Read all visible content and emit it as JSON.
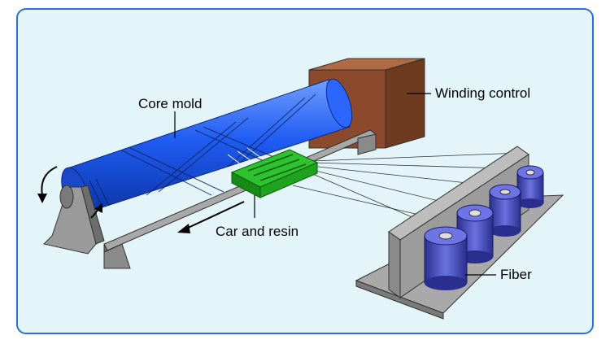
{
  "labels": {
    "core_mold": "Core mold",
    "winding_control": "Winding control",
    "car_and_resin": "Car and resin",
    "fiber": "Fiber"
  },
  "colors": {
    "frame_border": "#2f6fd0",
    "background": "#e4f5fa",
    "mandrel": "#1e5cf0",
    "control_box": "#8b4a2c",
    "car": "#1fa31f",
    "spools": "#4a52c8",
    "metal": "#9a9a9a"
  }
}
